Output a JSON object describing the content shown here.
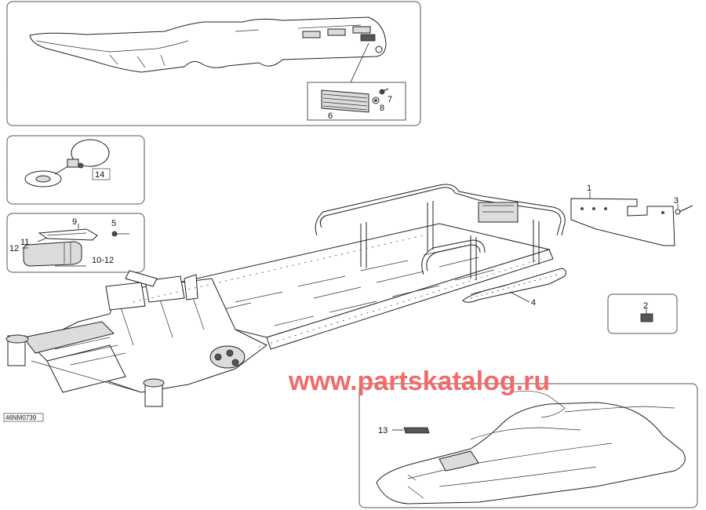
{
  "diagram": {
    "drawing_code": "46NM0739",
    "watermark": "www.partskatalog.ru",
    "callouts": {
      "c1": "1",
      "c2": "2",
      "c3": "3",
      "c4": "4",
      "c5": "5",
      "c6": "6",
      "c7": "7",
      "c8": "8",
      "c9": "9",
      "c10_12": "10-12",
      "c11": "11",
      "c12": "12",
      "c13": "13",
      "c14": "14"
    }
  }
}
